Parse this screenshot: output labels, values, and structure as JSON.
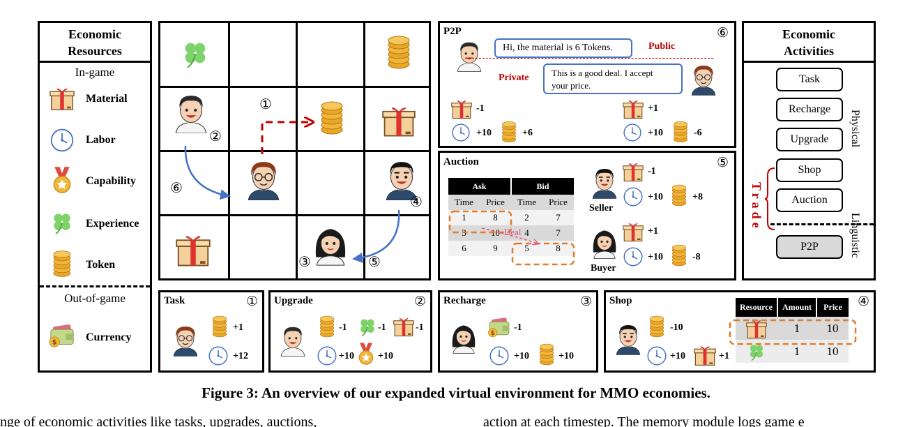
{
  "resources": {
    "title_line1": "Economic",
    "title_line2": "Resources",
    "ingame_label": "In-game",
    "items": [
      {
        "label": "Material",
        "icon": "gift-box-icon"
      },
      {
        "label": "Labor",
        "icon": "clock-icon"
      },
      {
        "label": "Capability",
        "icon": "medal-icon"
      },
      {
        "label": "Experience",
        "icon": "clover-icon"
      },
      {
        "label": "Token",
        "icon": "coin-stack-icon"
      }
    ],
    "outgame_label": "Out-of-game",
    "outgame_item": {
      "label": "Currency",
      "icon": "wallet-icon"
    }
  },
  "grid": {
    "n1": "①",
    "n2": "②",
    "n3": "③",
    "n4": "④",
    "n5": "⑤",
    "n6": "⑥"
  },
  "p2p": {
    "title": "P2P",
    "num": "⑥",
    "msg1": "Hi, the material is 6 Tokens.",
    "msg2_line1": "This is a good deal. I accept",
    "msg2_line2": "your price.",
    "public_label": "Public",
    "private_label": "Private",
    "left_material": "-1",
    "left_labor": "+10",
    "left_token": "+6",
    "right_material": "+1",
    "right_labor": "+10",
    "right_token": "-6"
  },
  "auction": {
    "title": "Auction",
    "num": "⑤",
    "ask_header": "Ask",
    "bid_header": "Bid",
    "cols": [
      "Time",
      "Price",
      "Time",
      "Price"
    ],
    "rows": [
      [
        "1",
        "8",
        "2",
        "7"
      ],
      [
        "3",
        "10",
        "4",
        "7"
      ],
      [
        "6",
        "9",
        "5",
        "8"
      ]
    ],
    "deal_label": "Deal",
    "seller_label": "Seller",
    "buyer_label": "Buyer",
    "seller_material": "-1",
    "seller_labor": "+10",
    "seller_token": "+8",
    "buyer_material": "+1",
    "buyer_labor": "+10",
    "buyer_token": "-8"
  },
  "activities": {
    "title_line1": "Economic",
    "title_line2": "Activities",
    "items": [
      "Task",
      "Recharge",
      "Upgrade",
      "Shop",
      "Auction",
      "P2P"
    ],
    "physical_label": "Physical",
    "linguistic_label": "Linguistic",
    "trade_label": "Trade"
  },
  "task": {
    "title": "Task",
    "num": "①",
    "token": "+1",
    "labor": "+12"
  },
  "upgrade": {
    "title": "Upgrade",
    "num": "②",
    "token": "-1",
    "experience": "-1",
    "material": "-1",
    "labor": "+10",
    "capability": "+10"
  },
  "recharge": {
    "title": "Recharge",
    "num": "③",
    "currency": "-1",
    "labor": "+10",
    "token": "+10"
  },
  "shop": {
    "title": "Shop",
    "num": "④",
    "token": "-10",
    "labor": "+10",
    "material": "+1",
    "headers": [
      "Resource",
      "Amount",
      "Price"
    ],
    "rows": [
      [
        "1",
        "10"
      ],
      [
        "1",
        "10"
      ]
    ]
  },
  "caption": "Figure 3: An overview of our expanded virtual environment for MMO economies.",
  "body_left": "nge of economic activities like tasks, upgrades, auctions,",
  "body_right": "action at each timestep. The memory module logs game e",
  "colors": {
    "red": "#c00000",
    "blue": "#4472c4",
    "orange": "#e07b2a",
    "gold": "#f0b534",
    "gray": "#d9d9d9"
  }
}
